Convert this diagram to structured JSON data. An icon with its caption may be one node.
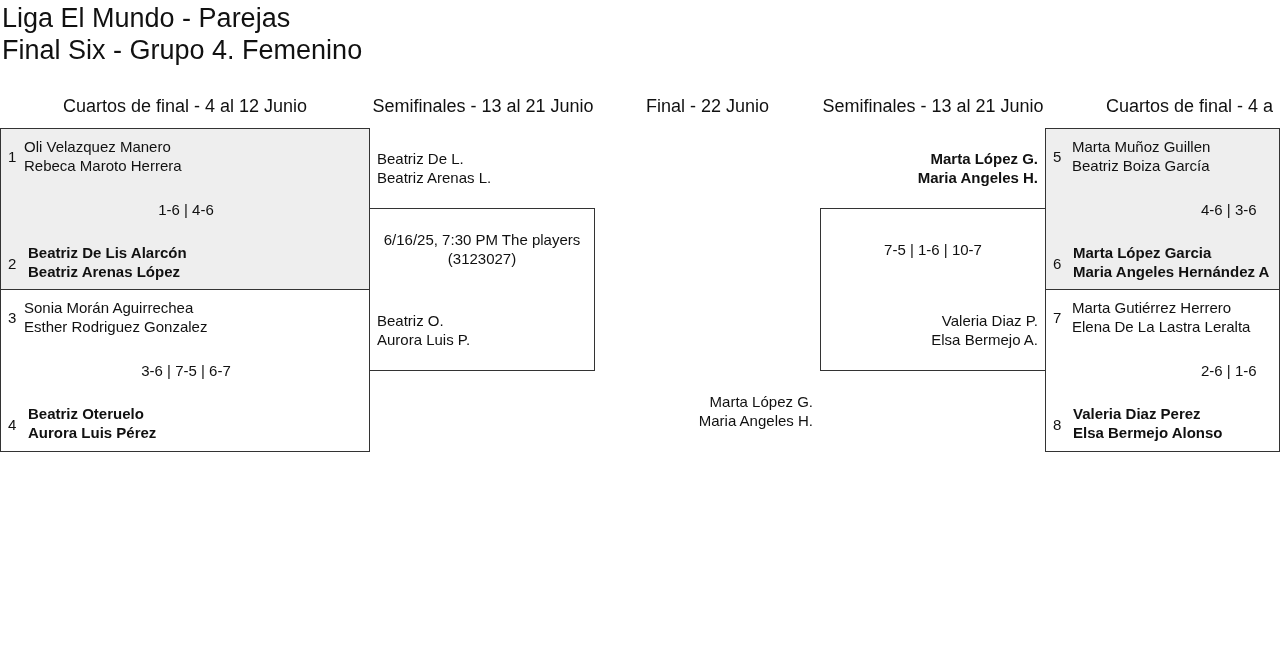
{
  "diagram": {
    "title": "Liga El Mundo - Parejas",
    "nodes": [
      {
        "text": [
          "1",
          "Oli Velazquez Manero Rebeca Maroto Herrera",
          "1-6 | 4-6",
          "2",
          "Beatriz De Lis Alarcón Beatriz Arenas López"
        ]
      },
      {
        "text": [
          "3",
          "Sonia Morán Aguirrechea Esther Rodriguez Gonzalez",
          "3-6 | 7-5 | 6-7",
          "4",
          "Beatriz Oteruelo Aurora Luis Pérez"
        ]
      },
      {
        "text": [
          "Beatriz De L. Beatriz Arenas L.",
          "6/16/25, 7:30 PM The players (3123027)",
          "Beatriz O. Aurora Luis P."
        ]
      },
      {
        "text": [
          "Marta López G. Maria Angeles H.",
          "7-5 | 1-6 | 10-7",
          "Valeria Diaz P. Elsa Bermejo A."
        ]
      },
      {
        "text": [
          "5",
          "Marta Muñoz Guillen Beatriz Boiza García",
          "4-6 | 3-6",
          "6",
          "Marta López Garcia Maria Angeles Hernández A"
        ]
      },
      {
        "text": [
          "7",
          "Marta Gutiérrez Herrero Elena De La Lastra Leralta",
          "2-6 | 1-6",
          "8",
          "Valeria Diaz Perez Elsa Bermejo Alonso"
        ]
      }
    ],
    "labels": [
      "Final Six - Grupo 4. Femenino",
      "Cuartos de final - 4 al 12 Junio",
      "Semifinales - 13 al 21 Junio",
      "Final - 22 Junio",
      "Semifinales - 13 al 21 Junio",
      "Cuartos de final - 4 a",
      "Marta López G. Maria Angeles H."
    ]
  }
}
